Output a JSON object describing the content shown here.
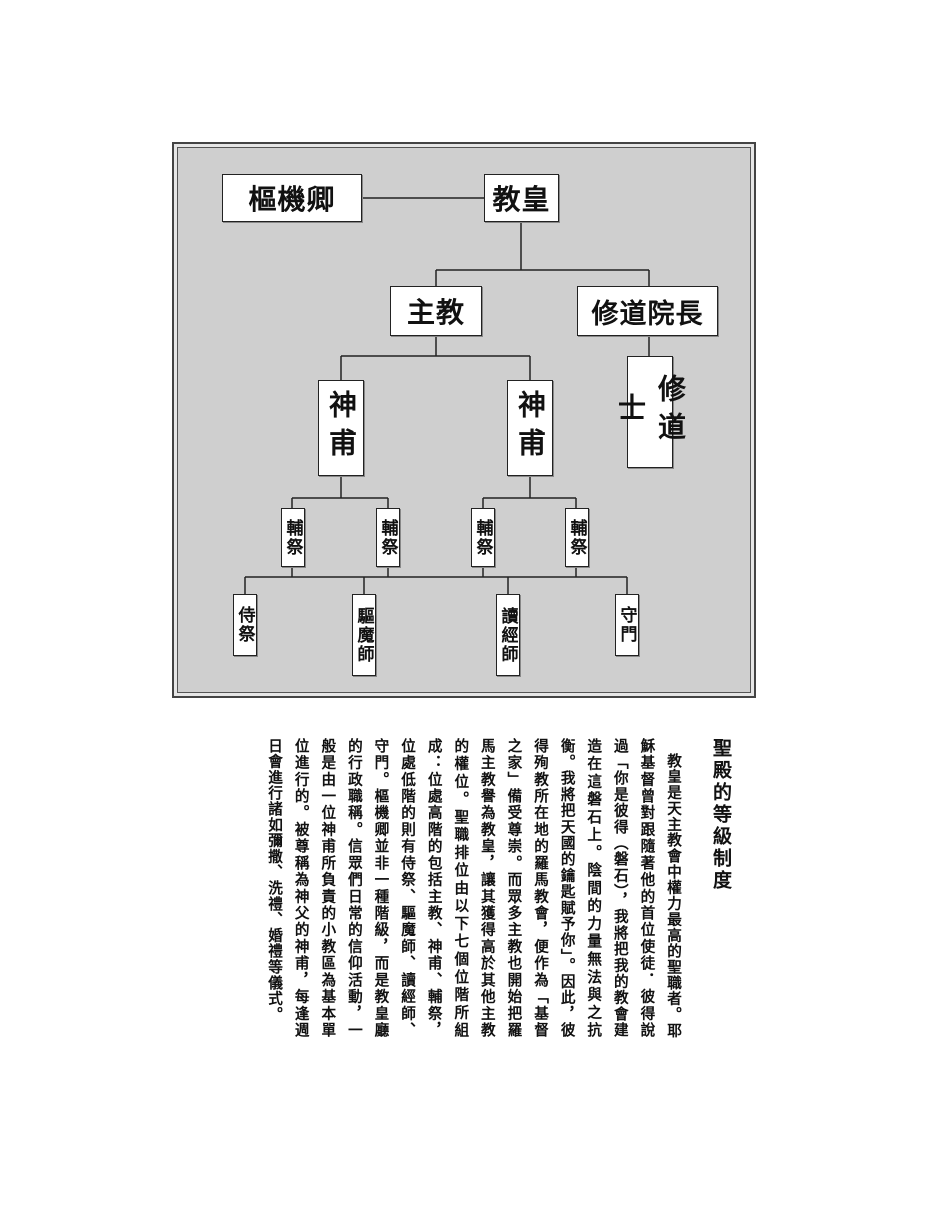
{
  "chart": {
    "nodes": {
      "cardinal": "樞機卿",
      "pope": "教皇",
      "bishop": "主教",
      "abbot": "修道院長",
      "monk": "修道士",
      "priest_left": "神甫",
      "priest_right": "神甫",
      "deacon_1": "輔祭",
      "deacon_2": "輔祭",
      "deacon_3": "輔祭",
      "deacon_4": "輔祭",
      "acolyte": "侍祭",
      "exorcist": "驅魔師",
      "lector": "讀經師",
      "porter": "守門"
    }
  },
  "article": {
    "title": "聖殿的等級制度",
    "body": "教皇是天主教會中權力最高的聖職者。耶穌基督曾對跟隨著他的首位使徒．彼得說過「你是彼得（磐石），我將把我的教會建造在這磐石上。陰間的力量無法與之抗衡。我將把天國的鑰匙賦予你」。因此，彼得殉教所在地的羅馬教會，便作為「基督之家」備受尊崇。而眾多主教也開始把羅馬主教譽為教皇，讓其獲得高於其他主教的權位。聖職排位由以下七個位階所組成：位處高階的包括主教、神甫、輔祭，位處低階的則有侍祭、驅魔師、讀經師、守門。樞機卿並非一種階級，而是教皇廳的行政職稱。信眾們日常的信仰活動，一般是由一位神甫所負責的小教區為基本單位進行的。被尊稱為神父的神甫，每逢週日會進行諸如彌撒、洗禮、婚禮等儀式。"
  }
}
